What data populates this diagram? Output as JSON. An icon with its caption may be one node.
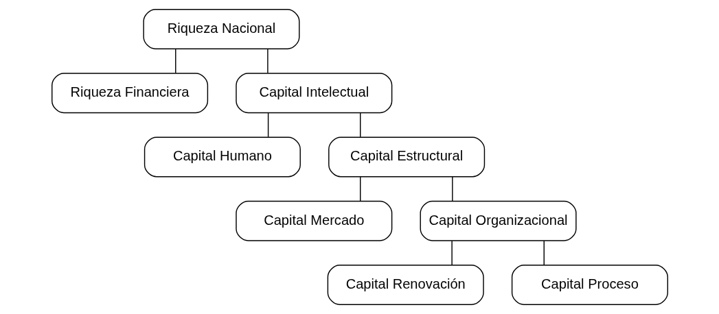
{
  "diagram": {
    "nodes": [
      {
        "text": [
          "Riqueza Nacional"
        ]
      },
      {
        "text": [
          "Riqueza Financiera"
        ]
      },
      {
        "text": [
          "Capital Intelectual"
        ]
      },
      {
        "text": [
          "Capital Humano"
        ]
      },
      {
        "text": [
          "Capital Estructural"
        ]
      },
      {
        "text": [
          "Capital Mercado"
        ]
      },
      {
        "text": [
          "Capital Organizacional"
        ]
      },
      {
        "text": [
          "Capital Renovación"
        ]
      },
      {
        "text": [
          "Capital Proceso"
        ]
      }
    ],
    "edges": [
      {
        "from": 0,
        "to": 1,
        "arrow": "none"
      },
      {
        "from": 0,
        "to": 2,
        "arrow": "none"
      },
      {
        "from": 2,
        "to": 3,
        "arrow": "none"
      },
      {
        "from": 2,
        "to": 4,
        "arrow": "none"
      },
      {
        "from": 4,
        "to": 5,
        "arrow": "none"
      },
      {
        "from": 4,
        "to": 6,
        "arrow": "none"
      },
      {
        "from": 6,
        "to": 7,
        "arrow": "none"
      },
      {
        "from": 6,
        "to": 8,
        "arrow": "none"
      }
    ]
  }
}
